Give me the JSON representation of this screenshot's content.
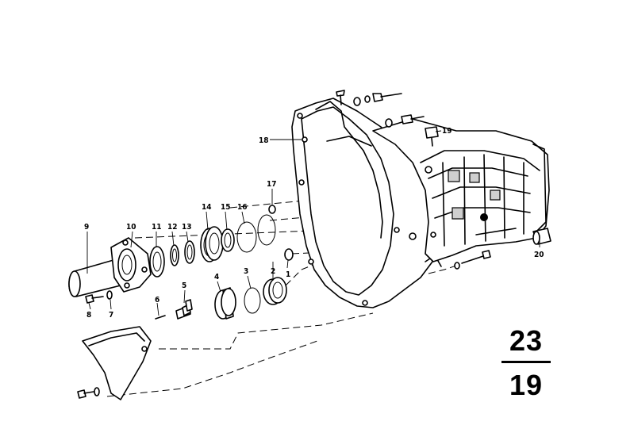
{
  "diagram": {
    "part_labels": {
      "p1": "1",
      "p2": "2",
      "p3": "3",
      "p4": "4",
      "p5": "5",
      "p6": "6",
      "p7": "7",
      "p8": "8",
      "p9": "9",
      "p10": "10",
      "p11": "11",
      "p12": "12",
      "p13": "13",
      "p14": "14",
      "p15": "15",
      "p16": "16",
      "p17": "17",
      "p18": "18",
      "p19": "19",
      "p20": "20"
    },
    "page_ref": {
      "group": "23",
      "sheet": "19"
    }
  }
}
